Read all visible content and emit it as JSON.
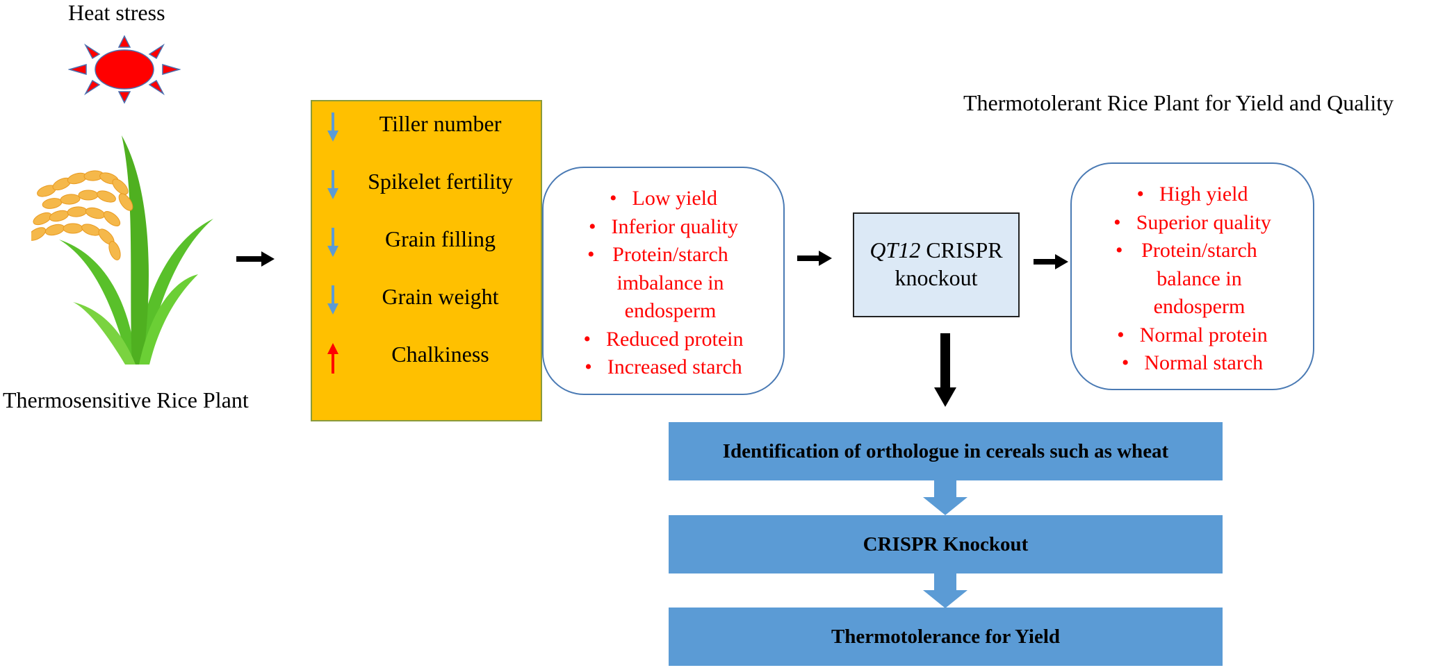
{
  "heat_stress_label": "Heat stress",
  "thermosensitive_label": "Thermosensitive Rice Plant",
  "thermotolerant_label": "Thermotolerant Rice Plant for Yield and Quality",
  "effects": [
    {
      "direction": "down",
      "label": "Tiller  number"
    },
    {
      "direction": "down",
      "label": "Spikelet fertility"
    },
    {
      "direction": "down",
      "label": "Grain filling"
    },
    {
      "direction": "down",
      "label": "Grain weight"
    },
    {
      "direction": "up",
      "label": "Chalkiness"
    }
  ],
  "sensitive_outcomes": [
    "Low yield",
    "Inferior quality",
    "Protein/starch\nimbalance in\nendosperm",
    "Reduced protein",
    "Increased starch"
  ],
  "crispr": {
    "gene": "QT12",
    "line1_rest": " CRISPR",
    "line2": "knockout"
  },
  "tolerant_outcomes": [
    "High yield",
    "Superior quality",
    "Protein/starch\nbalance in\nendosperm",
    "Normal protein",
    "Normal starch"
  ],
  "flow_steps": [
    "Identification of orthologue in cereals such as wheat",
    "CRISPR Knockout",
    "Thermotolerance for Yield"
  ],
  "colors": {
    "sun": "#ff0000",
    "effects_box": "#ffc000",
    "down_arrow": "#5b9bd5",
    "up_arrow": "#ff0000",
    "bullet_text": "#ff0000",
    "crispr_box": "#dce9f6",
    "flow_box": "#5b9bd5"
  },
  "icons": [
    "sun-icon",
    "rice-plant-icon"
  ]
}
